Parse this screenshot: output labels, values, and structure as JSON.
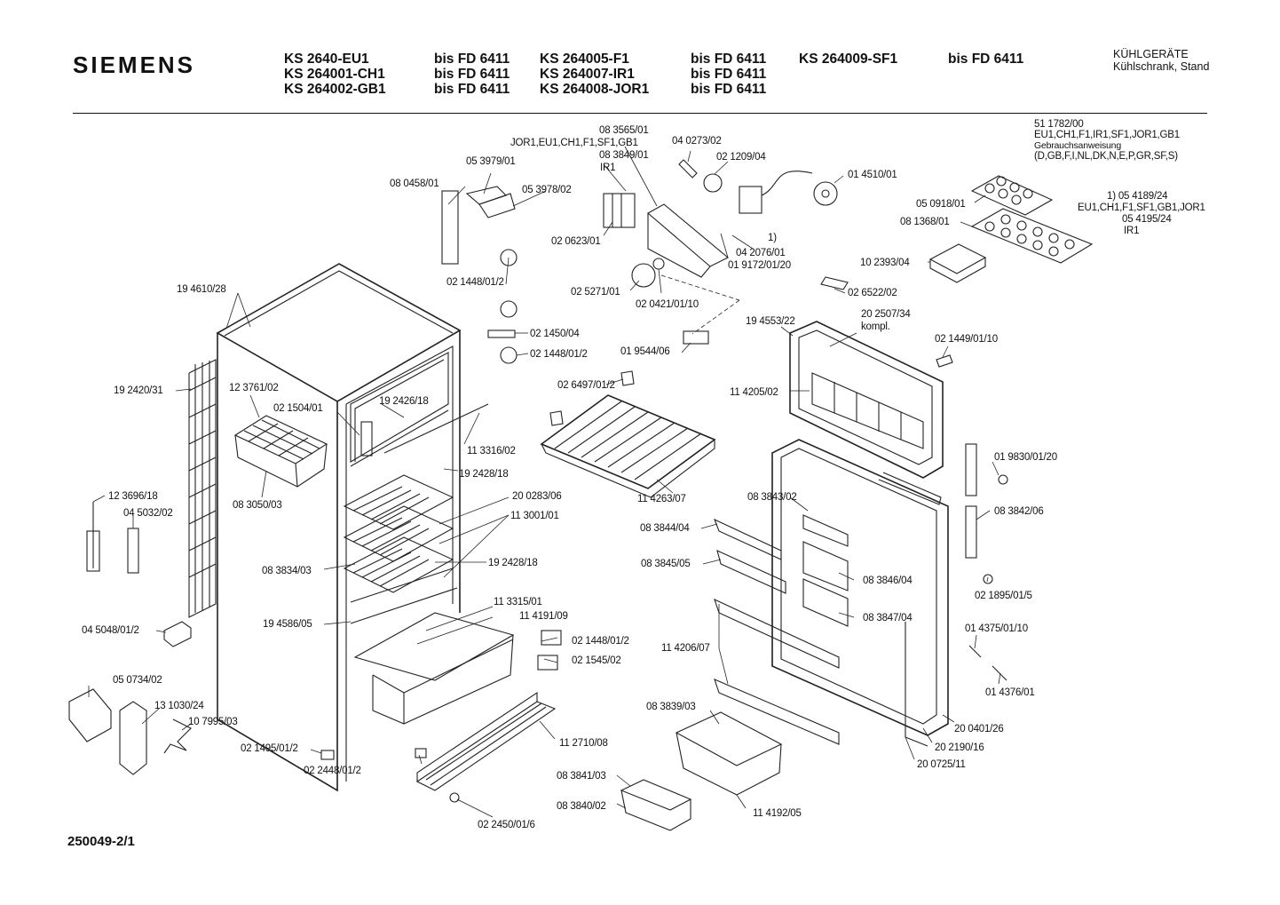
{
  "header": {
    "brand": "SIEMENS",
    "models": [
      {
        "model": "KS 2640-EU1",
        "bis": "bis FD 6411"
      },
      {
        "model": "KS 264001-CH1",
        "bis": "bis FD 6411"
      },
      {
        "model": "KS 264002-GB1",
        "bis": "bis FD 6411"
      },
      {
        "model": "KS 264005-F1",
        "bis": "bis FD 6411"
      },
      {
        "model": "KS 264007-IR1",
        "bis": "bis FD 6411"
      },
      {
        "model": "KS 264008-JOR1",
        "bis": "bis FD 6411"
      },
      {
        "model": "KS 264009-SF1",
        "bis": "bis FD 6411"
      }
    ],
    "category_line1": "KÜHLGERÄTE",
    "category_line2": "Kühlschrank, Stand"
  },
  "notes": {
    "manual_part": "51 1782/00",
    "manual_variants": "EU1,CH1,F1,IR1,SF1,JOR1,GB1",
    "manual_title": "Gebrauchsanweisung",
    "manual_languages": "(D,GB,F,I,NL,DK,N,E,P,GR,SF,S)",
    "footnote_part": "1) 05 4189/24",
    "footnote_variants": "EU1,CH1,F1,SF1,GB1,JOR1",
    "footnote_part2": "05 4195/24",
    "footnote_variant2": "IR1"
  },
  "parts": {
    "p083565": "08 3565/01",
    "p083565_variants": "JOR1,EU1,CH1,F1,SF1,GB1",
    "p083849": "08 3849/01",
    "p083849_variant": "IR1",
    "p040273": "04 0273/02",
    "p021209": "02 1209/04",
    "p014510": "01 4510/01",
    "p053979": "05 3979/01",
    "p080458": "08 0458/01",
    "p053978": "05 3978/02",
    "p020623": "02 0623/01",
    "p042076": "04 2076/01",
    "p019172": "01 9172/01/20",
    "p_footnote_ref": "1)",
    "p050918": "05 0918/01",
    "p081368": "08 1368/01",
    "p102393": "10 2393/04",
    "p026522": "02 6522/02",
    "p021448a": "02 1448/01/2",
    "p025271": "02 5271/01",
    "p020421": "02 0421/01/10",
    "p194610": "19 4610/28",
    "p021450": "02 1450/04",
    "p021448b": "02 1448/01/2",
    "p019544": "01 9544/06",
    "p194553": "19 4553/22",
    "p202507": "20 2507/34",
    "p202507_note": "kompl.",
    "p021449": "02 1449/01/10",
    "p192420": "19 2420/31",
    "p123761": "12 3761/02",
    "p021504": "02 1504/01",
    "p192426": "19 2426/18",
    "p026497": "02 6497/01/2",
    "p114205": "11 4205/02",
    "p113316": "11 3316/02",
    "p019830": "01 9830/01/20",
    "p192428a": "19 2428/18",
    "p114263": "11 4263/07",
    "p083843": "08 3843/02",
    "p123696": "12 3696/18",
    "p045032": "04 5032/02",
    "p083050": "08 3050/03",
    "p200283": "20 0283/06",
    "p113001": "11 3001/01",
    "p083844": "08 3844/04",
    "p083842": "08 3842/06",
    "p083834": "08 3834/03",
    "p192428b": "19 2428/18",
    "p083845": "08 3845/05",
    "p083846": "08 3846/04",
    "p021895": "02 1895/01/5",
    "p113315": "11 3315/01",
    "p114191": "11 4191/09",
    "p083847": "08 3847/04",
    "p194586": "19 4586/05",
    "p045048": "04 5048/01/2",
    "p021448c": "02 1448/01/2",
    "p014375": "01 4375/01/10",
    "p114206": "11 4206/07",
    "p021545": "02 1545/02",
    "p050734": "05 0734/02",
    "p014376": "01 4376/01",
    "p131030": "13 1030/24",
    "p107995": "10 7995/03",
    "p083839": "08 3839/03",
    "p200401": "20 0401/26",
    "p112710": "11 2710/08",
    "p021495": "02 1495/01/2",
    "p202190": "20 2190/16",
    "p022448": "02 2448/01/2",
    "p200725": "20 0725/11",
    "p083841": "08 3841/03",
    "p083840": "08 3840/02",
    "p114192": "11 4192/05",
    "p022450": "02 2450/01/6"
  },
  "footer": {
    "document_code": "250049-2/1"
  }
}
